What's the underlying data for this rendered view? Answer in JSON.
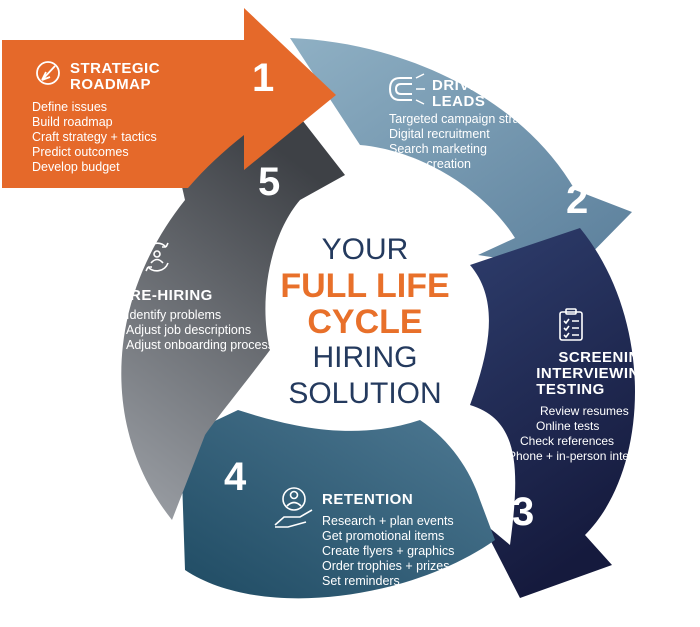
{
  "colors": {
    "orange": "#e5692a",
    "steel_blue": "#6c8fa8",
    "navy": "#1c2550",
    "teal": "#2f5e77",
    "gray": "#505358",
    "center_text": "#243a5e",
    "highlight": "#e8702a"
  },
  "center": {
    "line1": "YOUR",
    "line2": "FULL LIFE",
    "line3": "CYCLE",
    "line4": "HIRING",
    "line5": "SOLUTION"
  },
  "stages": {
    "strategic": {
      "number": "1",
      "icon": "compass-icon",
      "title_line1": "STRATEGIC",
      "title_line2": "ROADMAP",
      "items": [
        "Define issues",
        "Build roadmap",
        "Craft strategy + tactics",
        "Predict outcomes",
        "Develop budget"
      ]
    },
    "leads": {
      "number": "2",
      "icon": "magnet-icon",
      "title_line1": "DRIVING",
      "title_line2": "LEADS",
      "items": [
        "Targeted campaign strategy",
        "Digital recruitment",
        "Search marketing",
        "Media creation"
      ]
    },
    "screening": {
      "number": "3",
      "icon": "checklist-icon",
      "title_line1": "SCREENING",
      "title_line2": "INTERVIEWING",
      "title_line3": "TESTING",
      "items": [
        "Review resumes",
        "Online tests",
        "Check references",
        "Phone + in-person interviews"
      ]
    },
    "retention": {
      "number": "4",
      "icon": "person-hand-icon",
      "title_line1": "RETENTION",
      "items": [
        "Research + plan events",
        "Get promotional items",
        "Create flyers + graphics",
        "Order trophies + prizes",
        "Set reminders"
      ]
    },
    "rehiring": {
      "number": "5",
      "icon": "person-cycle-icon",
      "title_line1": "RE-HIRING",
      "items": [
        "Identify problems",
        "Adjust job descriptions",
        "Adjust onboarding process"
      ]
    }
  }
}
